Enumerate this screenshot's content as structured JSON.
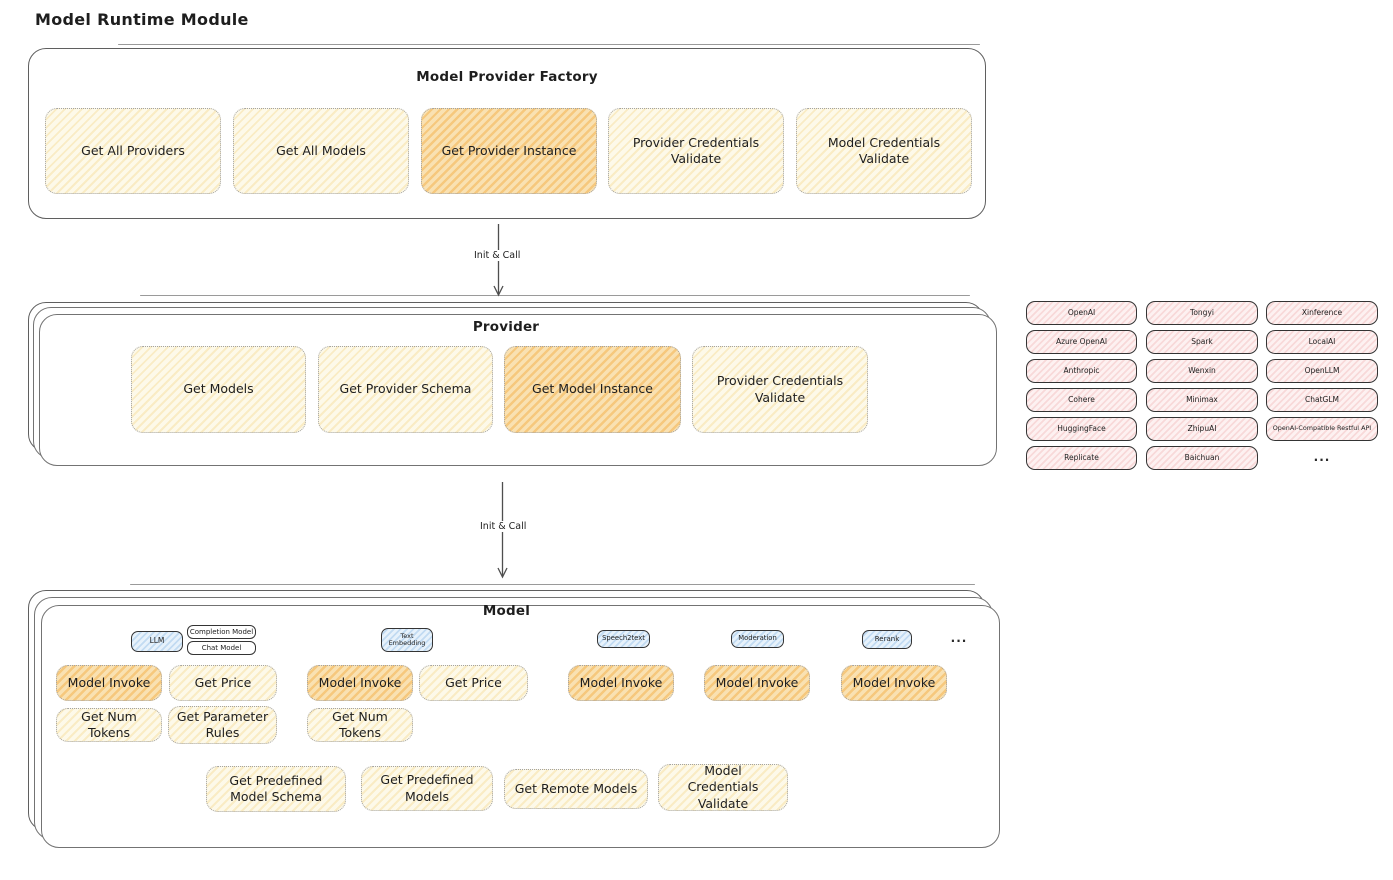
{
  "page": {
    "title": "Model Runtime Module"
  },
  "colors": {
    "cream_fill": "#fdf9e9",
    "orange_fill": "#fae4b9",
    "pink_fill": "#fdf1f1",
    "blue_fill": "#e7f2fb",
    "border_gray": "#5f5f5f"
  },
  "factory": {
    "title": "Model Provider Factory",
    "buttons": [
      {
        "label": "Get All Providers",
        "highlight": false
      },
      {
        "label": "Get All Models",
        "highlight": false
      },
      {
        "label": "Get Provider Instance",
        "highlight": true
      },
      {
        "label": "Provider Credentials Validate",
        "highlight": false
      },
      {
        "label": "Model Credentials Validate",
        "highlight": false
      }
    ]
  },
  "arrows": {
    "factory_to_provider": "Init & Call",
    "provider_to_model": "Init & Call"
  },
  "provider": {
    "title": "Provider",
    "buttons": [
      {
        "label": "Get Models",
        "highlight": false
      },
      {
        "label": "Get Provider Schema",
        "highlight": false
      },
      {
        "label": "Get Model Instance",
        "highlight": true
      },
      {
        "label": "Provider Credentials Validate",
        "highlight": false
      }
    ]
  },
  "provider_registry": {
    "columns": [
      {
        "items": [
          "OpenAI",
          "Azure OpenAI",
          "Anthropic",
          "Cohere",
          "HuggingFace",
          "Replicate"
        ]
      },
      {
        "items": [
          "Tongyi",
          "Spark",
          "Wenxin",
          "Minimax",
          "ZhipuAI",
          "Baichuan"
        ]
      },
      {
        "items": [
          "Xinference",
          "LocalAI",
          "OpenLLM",
          "ChatGLM",
          "OpenAI-Compatible Restful API"
        ]
      }
    ],
    "ellipsis": "..."
  },
  "model": {
    "title": "Model",
    "ellipsis": "...",
    "tags": {
      "llm": "LLM",
      "completion": "Completion Model",
      "chat": "Chat Model",
      "text_embedding": "Text Embedding",
      "speech2text": "Speech2text",
      "moderation": "Moderation",
      "rerank": "Rerank"
    },
    "llm_buttons": [
      "Model Invoke",
      "Get Price",
      "Get Num Tokens",
      "Get Parameter Rules"
    ],
    "text_embedding_buttons": [
      "Model Invoke",
      "Get Price",
      "Get Num Tokens"
    ],
    "speech2text_buttons": [
      "Model Invoke"
    ],
    "moderation_buttons": [
      "Model Invoke"
    ],
    "rerank_buttons": [
      "Model Invoke"
    ],
    "shared_buttons": [
      "Get Predefined Model Schema",
      "Get Predefined Models",
      "Get Remote Models",
      "Model Credentials Validate"
    ]
  }
}
